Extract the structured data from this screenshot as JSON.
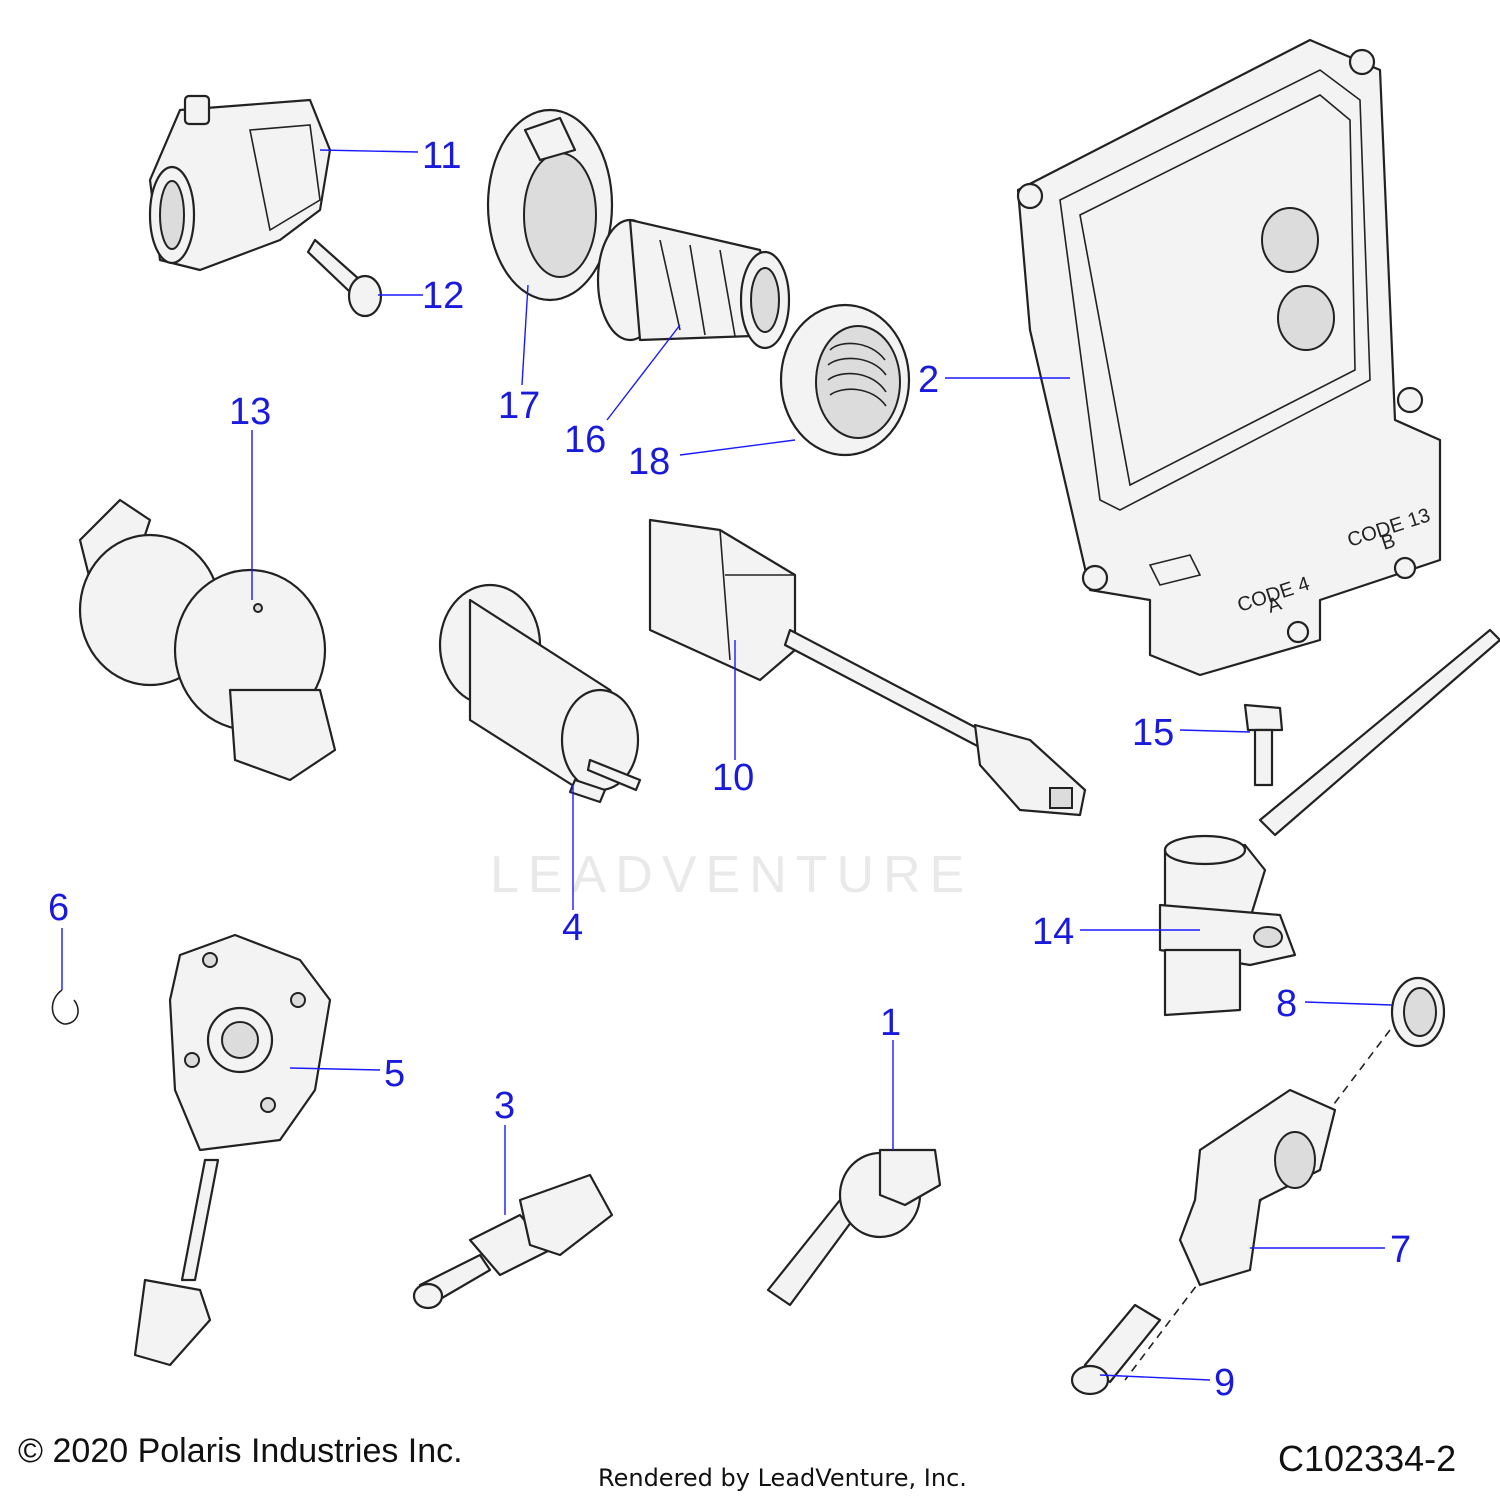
{
  "diagram": {
    "callouts": [
      "1",
      "2",
      "3",
      "4",
      "5",
      "6",
      "7",
      "8",
      "9",
      "10",
      "11",
      "12",
      "13",
      "14",
      "15",
      "16",
      "17",
      "18"
    ],
    "ecu_labels": {
      "code_a": "CODE 4",
      "letter_a": "A",
      "code_b": "CODE 13",
      "letter_b": "B"
    }
  },
  "watermark": "LEADVENTURE",
  "footer": {
    "copyright": "© 2020 Polaris Industries Inc.",
    "rendered_by": "Rendered by LeadVenture, Inc.",
    "diagram_id": "C102334-2"
  }
}
